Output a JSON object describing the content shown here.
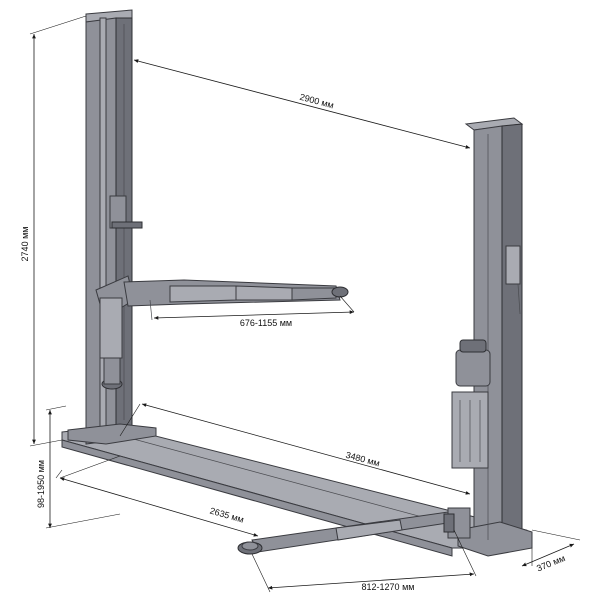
{
  "dimensions": {
    "column_height": "2740 мм",
    "column_spacing": "2900 мм",
    "front_arm_reach": "676-1155 мм",
    "overall_length": "3480 мм",
    "pickup_height": "98-1950 мм",
    "base_depth": "2635 мм",
    "rear_arm_reach": "812-1270 мм",
    "base_width": "370 мм"
  },
  "colors": {
    "steel": "#8f9199",
    "outline": "#3a3b40",
    "dimension_line": "#1a1a1a"
  }
}
